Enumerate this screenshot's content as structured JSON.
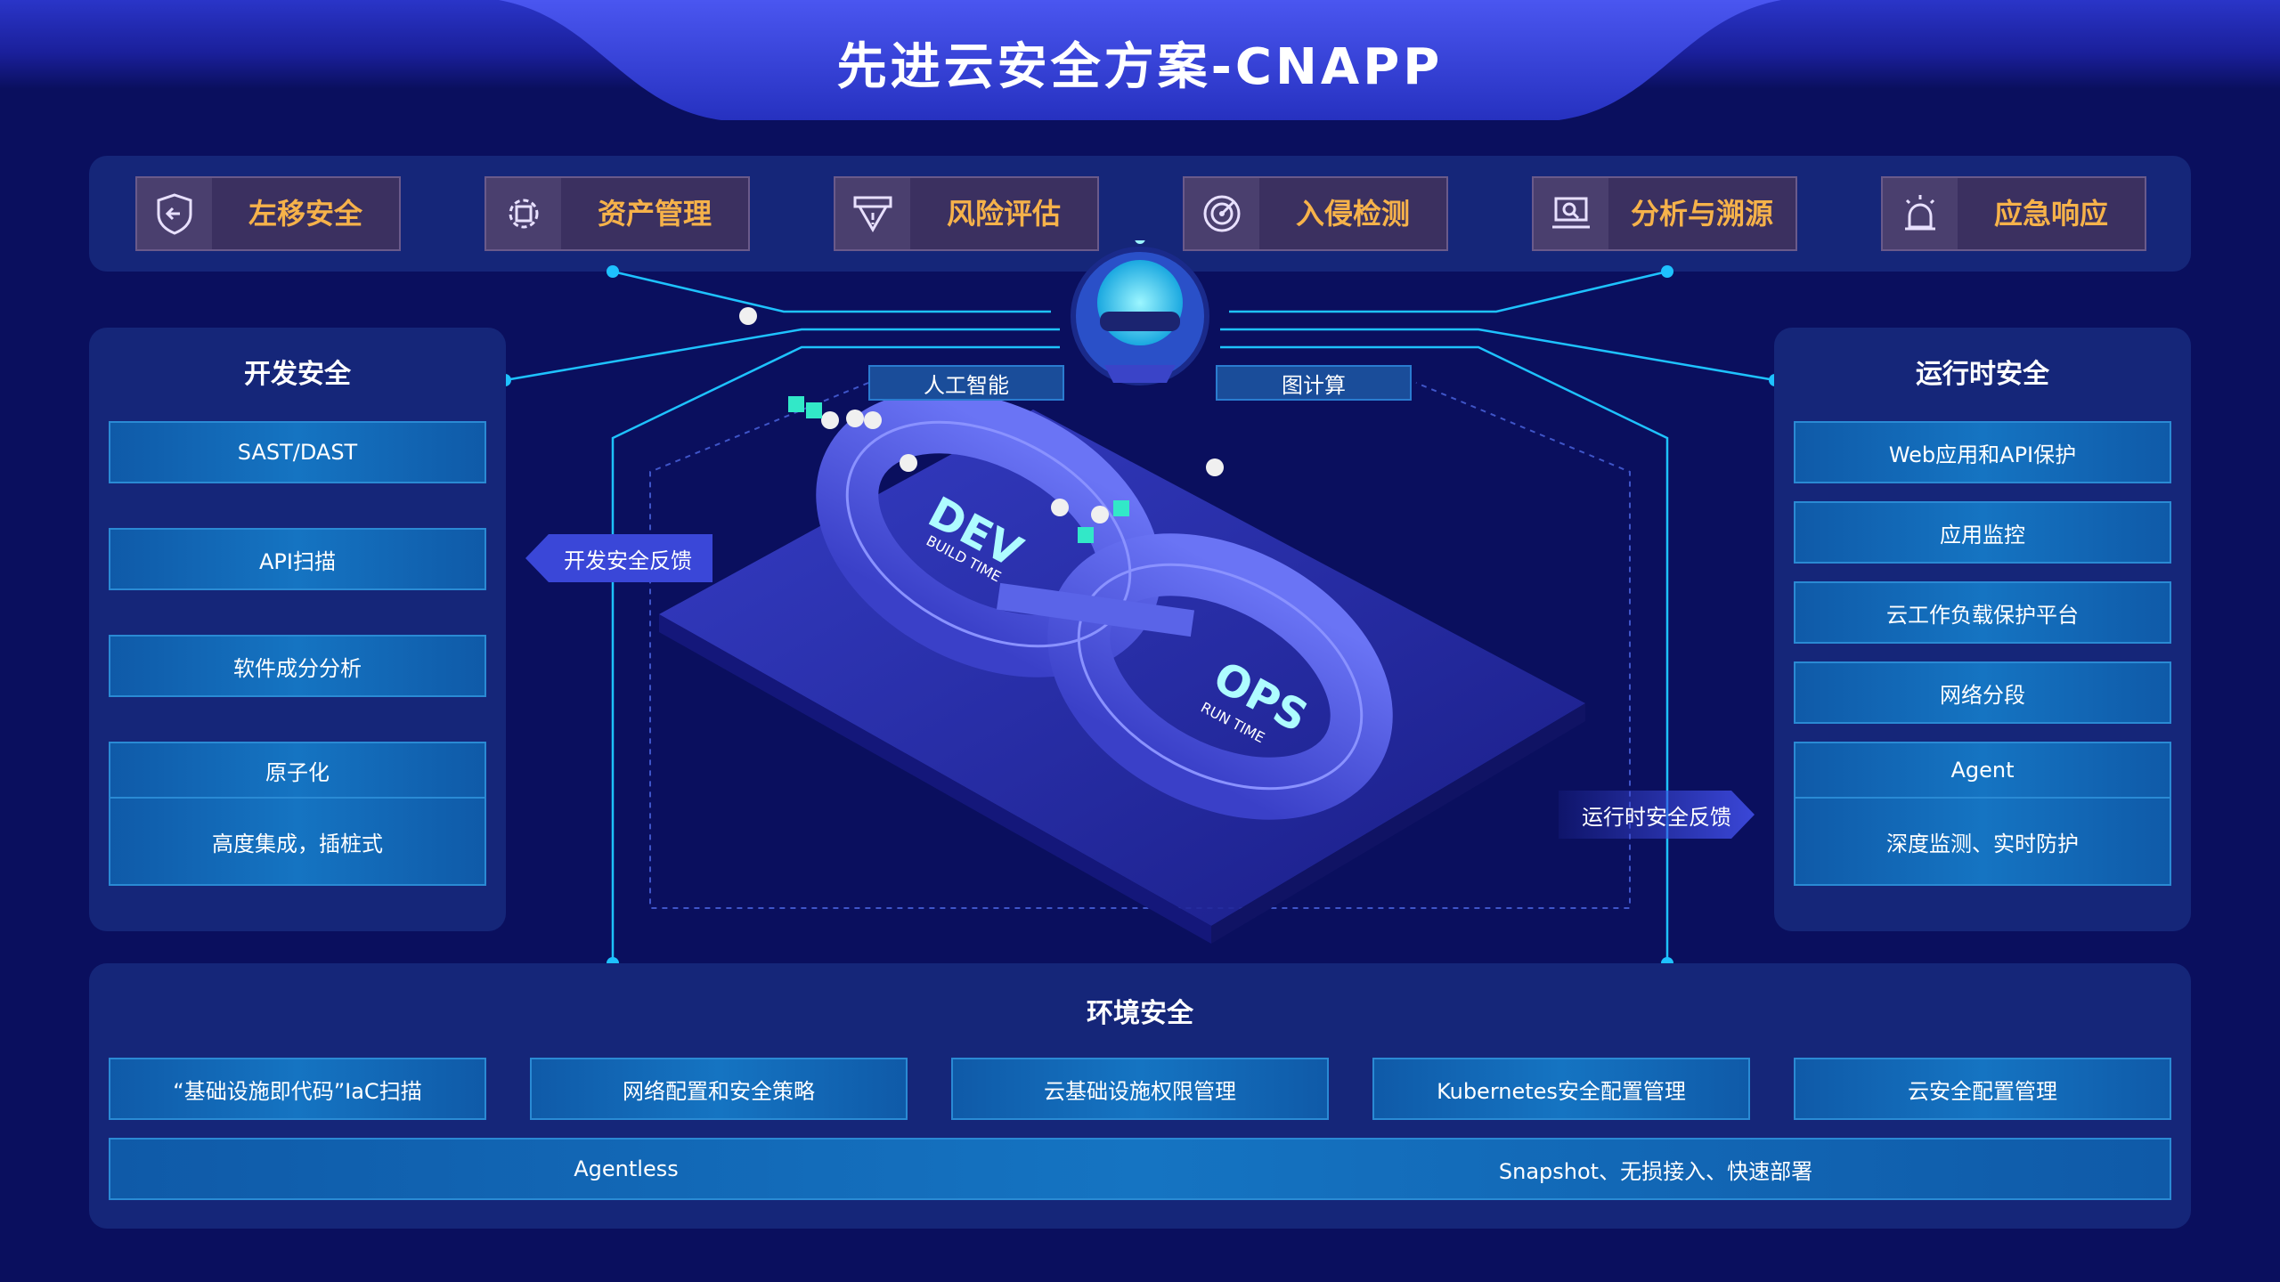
{
  "title": "先进云安全方案-CNAPP",
  "capabilities": [
    {
      "label": "左移安全",
      "icon": "shield-arrow-icon"
    },
    {
      "label": "资产管理",
      "icon": "gear-box-icon"
    },
    {
      "label": "风险评估",
      "icon": "warning-monitor-icon"
    },
    {
      "label": "入侵检测",
      "icon": "radar-icon"
    },
    {
      "label": "分析与溯源",
      "icon": "magnifier-laptop-icon"
    },
    {
      "label": "应急响应",
      "icon": "alarm-light-icon"
    }
  ],
  "dev_security": {
    "title": "开发安全",
    "items": [
      "SAST/DAST",
      "API扫描",
      "软件成分分析"
    ],
    "combined": [
      "原子化",
      "高度集成，插桩式"
    ]
  },
  "runtime_security": {
    "title": "运行时安全",
    "items": [
      "Web应用和API保护",
      "应用监控",
      "云工作负载保护平台",
      "网络分段"
    ],
    "combined": [
      "Agent",
      "深度监测、实时防护"
    ]
  },
  "center": {
    "ai_label": "人工智能",
    "graph_label": "图计算",
    "dev_feedback": "开发安全反馈",
    "runtime_feedback": "运行时安全反馈",
    "dev_text": "DEV",
    "dev_sub": "BUILD TIME",
    "ops_text": "OPS",
    "ops_sub": "RUN TIME"
  },
  "env_security": {
    "title": "环境安全",
    "items": [
      "“基础设施即代码”IaC扫描",
      "网络配置和安全策略",
      "云基础设施权限管理",
      "Kubernetes安全配置管理",
      "云安全配置管理"
    ],
    "bottom_left": "Agentless",
    "bottom_right": "Snapshot、无损接入、快速部署"
  },
  "colors": {
    "background": "#0a0f5e",
    "panel": "#152679",
    "accent_orange": "#f6b24a",
    "item_blue": "#1574c2",
    "connector": "#1ec2ff"
  }
}
